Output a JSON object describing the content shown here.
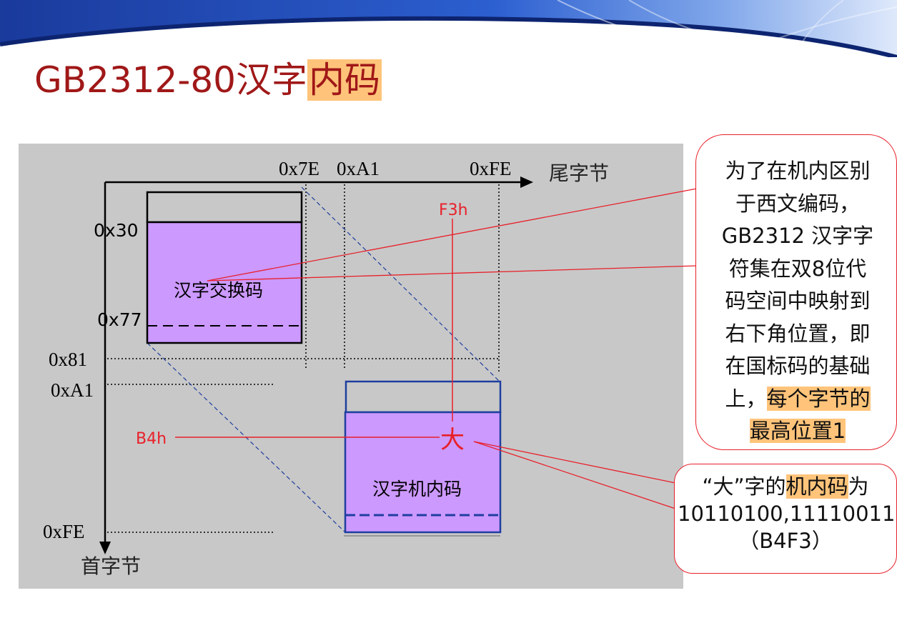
{
  "title": {
    "main": "GB2312-80汉字",
    "highlight": "内码"
  },
  "diagram": {
    "col_axis_label": "尾字节",
    "row_axis_label": "首字节",
    "col_ticks": [
      "0x7E",
      "0xA1",
      "0xFE"
    ],
    "row_ticks_box": [
      "0x30",
      "0x77"
    ],
    "row_ticks_axis": [
      "0x81",
      "0xA1",
      "0xFE"
    ],
    "region_exchange_label": "汉字交换码",
    "region_internal_label": "汉字机内码",
    "marker_char": "大",
    "marker_col_label": "F3h",
    "marker_row_label": "B4h"
  },
  "callout1": {
    "lines": [
      "为了在机内区别",
      "于西文编码，",
      "GB2312 汉字字",
      "符集在双8位代",
      "码空间中映射到",
      "右下角位置，即",
      "在国标码的基础"
    ],
    "line8_plain": "上，",
    "line8_highlight": "每个字节的",
    "line9_highlight": "最高位置1"
  },
  "callout2": {
    "line1_pre": "“大”字的",
    "line1_highlight": "机内码",
    "line1_post": "为",
    "line2": "10110100,11110011",
    "line3": "（B4F3）"
  },
  "colors": {
    "title": "#a01818",
    "highlight": "#ffc47a",
    "panel_bg": "#c8c8c8",
    "region_fill": "#cc99ff",
    "internal_border": "#1f3f9f",
    "accent_red": "#e8202a"
  }
}
